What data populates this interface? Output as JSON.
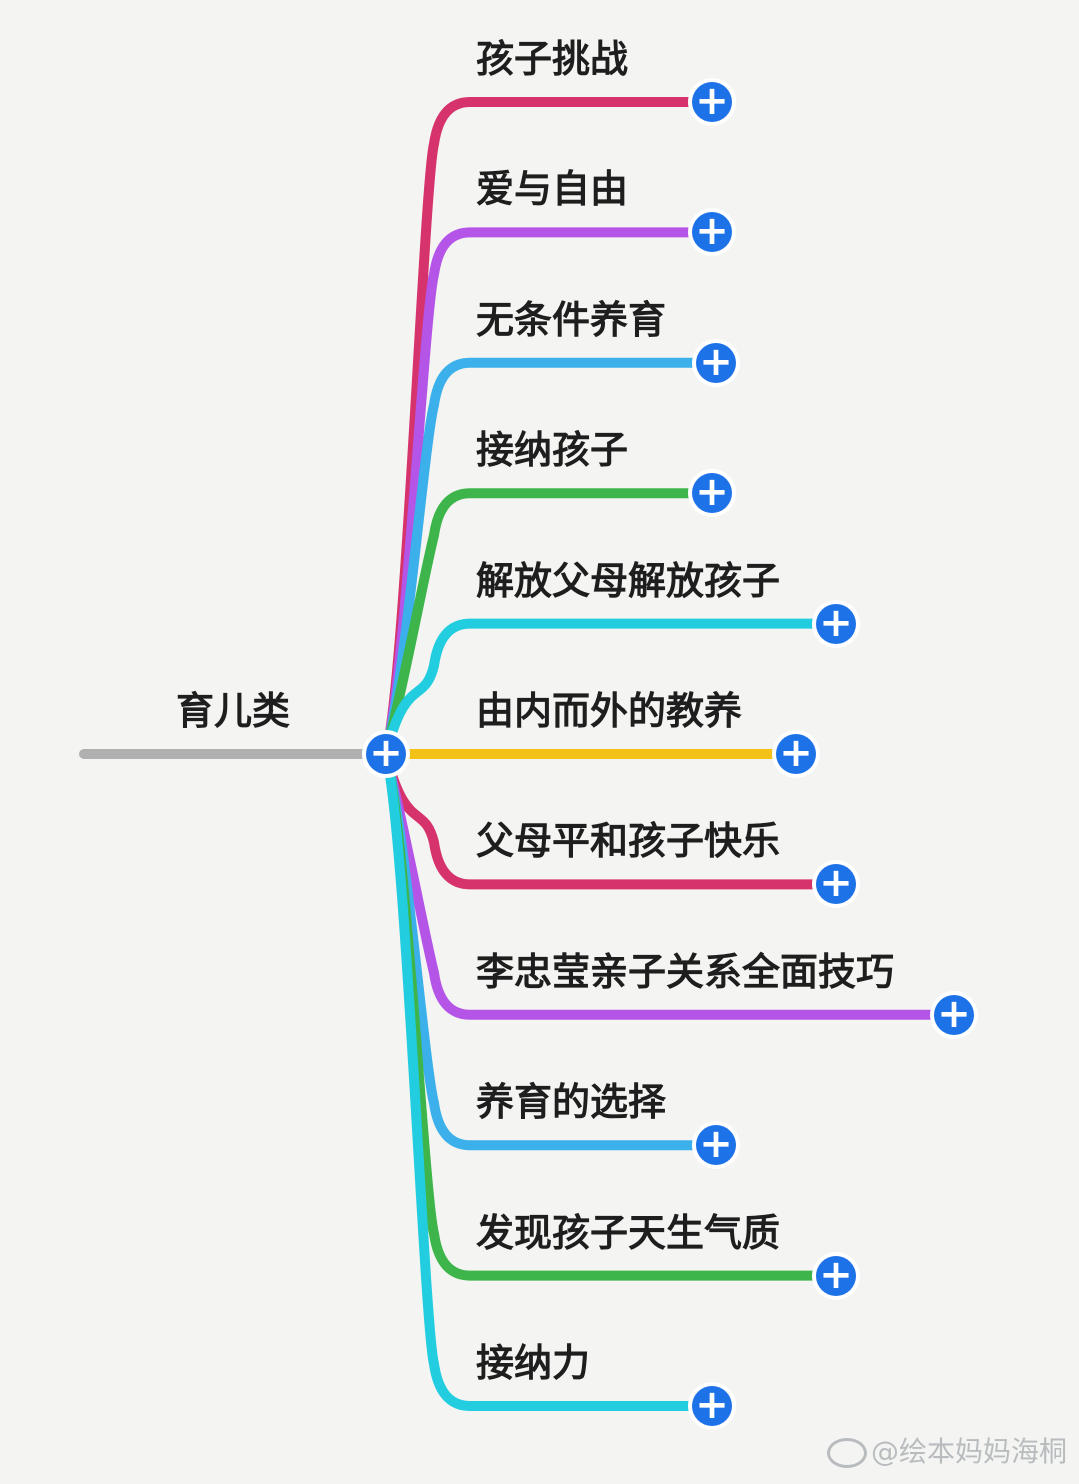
{
  "root": {
    "label": "育儿类"
  },
  "branches": [
    {
      "label": "孩子挑战",
      "color": "#d6336c"
    },
    {
      "label": "爱与自由",
      "color": "#b455e8"
    },
    {
      "label": "无条件养育",
      "color": "#3bb0ea"
    },
    {
      "label": "接纳孩子",
      "color": "#3db54a"
    },
    {
      "label": "解放父母解放孩子",
      "color": "#22cde0"
    },
    {
      "label": "由内而外的教养",
      "color": "#f4c117"
    },
    {
      "label": "父母平和孩子快乐",
      "color": "#d6336c"
    },
    {
      "label": "李忠莹亲子关系全面技巧",
      "color": "#b455e8"
    },
    {
      "label": "养育的选择",
      "color": "#3bb0ea"
    },
    {
      "label": "发现孩子天生气质",
      "color": "#3db54a"
    },
    {
      "label": "接纳力",
      "color": "#22cde0"
    }
  ],
  "colors": {
    "root_line": "#b0b0b0",
    "expand_button": "#1d72e8",
    "background": "#f4f5f2"
  },
  "watermark": {
    "text": "@绘本妈妈海桐",
    "icon": "weibo-icon"
  }
}
